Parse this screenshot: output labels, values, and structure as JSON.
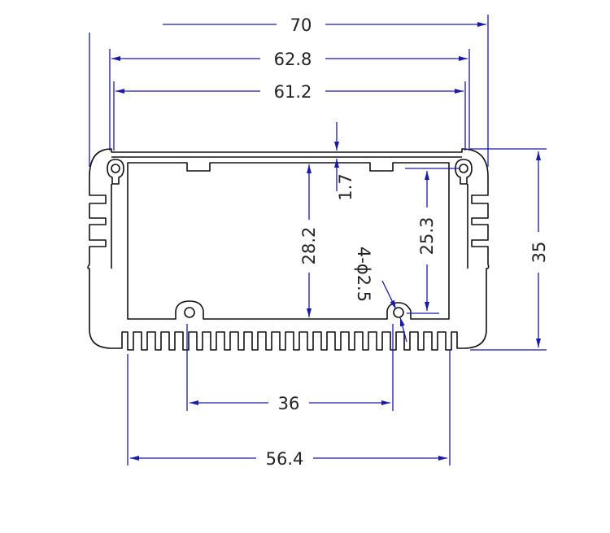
{
  "colors": {
    "dimension_line": "#1a1aa8",
    "part_outline": "#111111",
    "text": "#222222",
    "background": "#ffffff"
  },
  "dimensions": {
    "overall_width": "70",
    "outer_shell_width": "62.8",
    "inner_width": "61.2",
    "wall_thickness": "1.7",
    "inner_height": "28.2",
    "screw_hole": "4-ϕ2.5",
    "hole_vertical_spacing": "25.3",
    "overall_height": "35",
    "hole_horizontal_spacing": "36",
    "bottom_fin_width": "56.4"
  }
}
